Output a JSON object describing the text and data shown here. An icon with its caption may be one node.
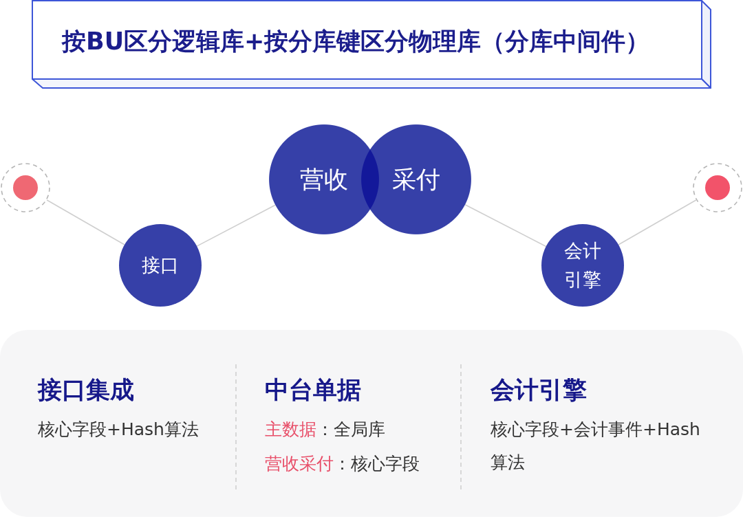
{
  "diagram": {
    "title": "按BU区分逻辑库+按分库键区分物理库（分库中间件）",
    "nodes": [
      {
        "text": [],
        "shape": "circle"
      },
      {
        "text": [
          "接口"
        ]
      },
      {
        "text": [
          "营收"
        ]
      },
      {
        "text": [
          "采付"
        ]
      },
      {
        "text": [
          "会计引擎"
        ]
      },
      {
        "text": [],
        "shape": "circle"
      }
    ],
    "edges": [
      {
        "from": 0,
        "to": 1,
        "arrow": "none"
      },
      {
        "from": 1,
        "to": 2,
        "arrow": "none"
      },
      {
        "from": 3,
        "to": 4,
        "arrow": "none"
      },
      {
        "from": 4,
        "to": 5,
        "arrow": "none"
      }
    ],
    "labels": [
      "接口集成",
      "核心字段+Hash算法",
      "中台单据",
      "**主数据**：全局库",
      "**营收采付**：核心字段",
      "会计引擎",
      "核心字段+会计事件+Hash算法"
    ]
  }
}
